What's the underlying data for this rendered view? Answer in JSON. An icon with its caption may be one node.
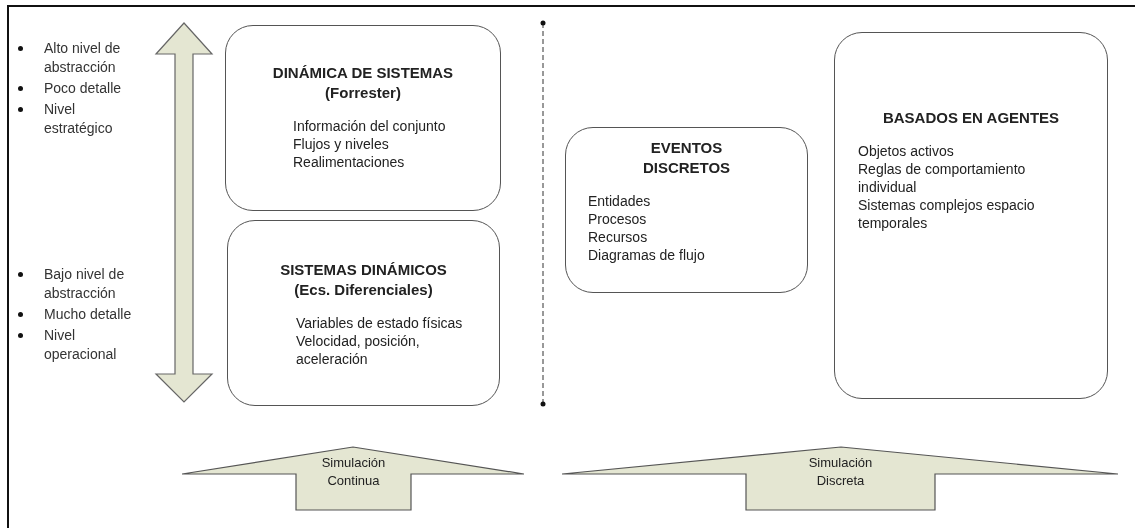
{
  "diagram": {
    "nodes": [
      {
        "text": [
          "DINÁMICA DE SISTEMAS (Forrester)",
          "Información del conjunto",
          "Flujos y niveles",
          "Realimentaciones"
        ]
      },
      {
        "text": [
          "SISTEMAS DINÁMICOS (Ecs. Diferenciales)",
          "Variables de estado físicas",
          "Velocidad, posición, aceleración"
        ]
      },
      {
        "text": [
          "EVENTOS DISCRETOS",
          "Entidades",
          "Procesos",
          "Recursos",
          "Diagramas de flujo"
        ]
      },
      {
        "text": [
          "BASADOS EN AGENTES",
          "Objetos activos",
          "Reglas de comportamiento individual",
          "Sistemas complejos espacio temporales"
        ]
      },
      {
        "text": [
          "Simulación Continua"
        ]
      },
      {
        "text": [
          "Simulación Discreta"
        ]
      }
    ],
    "labels": [
      "Alto nivel de abstracción",
      "Poco detalle",
      "Nivel estratégico",
      "Bajo nivel de abstracción",
      "Mucho detalle",
      "Nivel operacional"
    ]
  }
}
